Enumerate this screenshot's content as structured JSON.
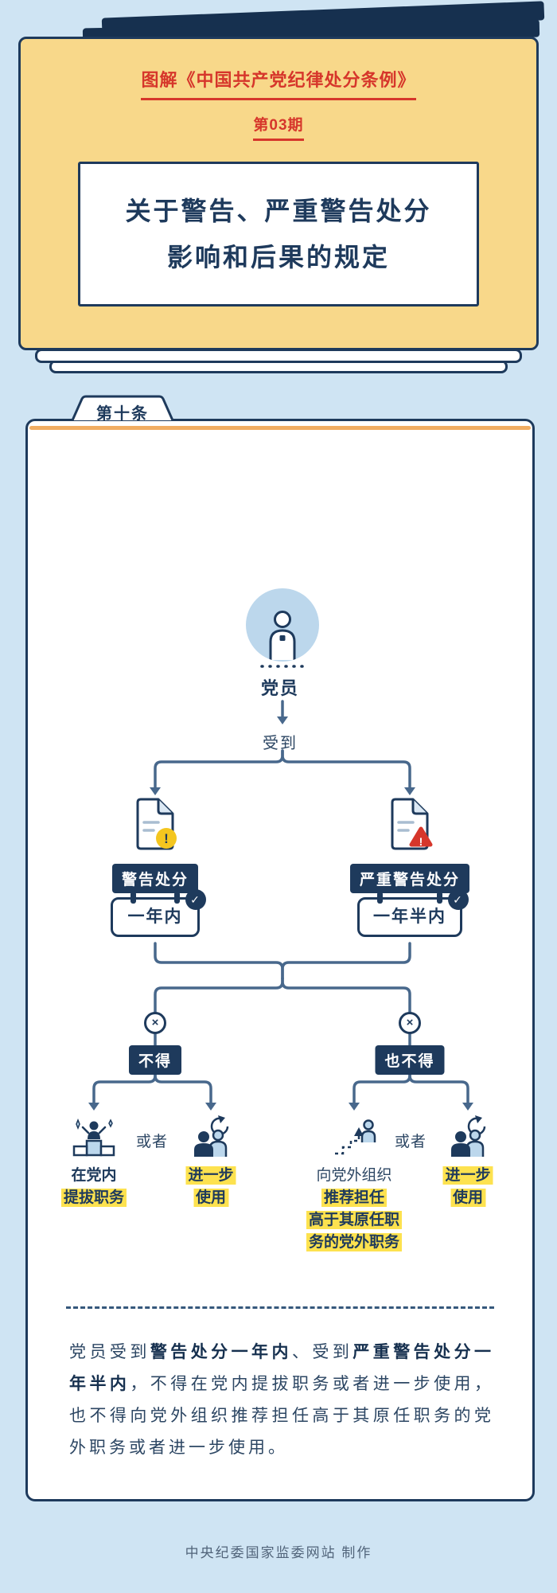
{
  "page": {
    "background": "#cfe4f3",
    "footer": "中央纪委国家监委网站 制作"
  },
  "colors": {
    "navy": "#1e3a5c",
    "dark_navy": "#16304f",
    "red": "#d6362b",
    "cover_yellow": "#f8d88a",
    "highlight_yellow": "#fde24f",
    "connector_blue": "#48688c",
    "stripe_orange": "#f0ad62",
    "light_blue": "#bcd7ec",
    "warning_badge_yellow": "#f4c61f"
  },
  "icons": {
    "exclamation": "!",
    "check": "✓",
    "cross": "×"
  },
  "cover": {
    "series_title": "图解《中国共产党纪律处分条例》",
    "issue": "第03期",
    "title_line1": "关于警告、严重警告处分",
    "title_line2": "影响和后果的规定"
  },
  "article": {
    "tab": "第十条",
    "summary_segments": [
      {
        "text": "党员受到",
        "bold": false
      },
      {
        "text": "警告处分一年内",
        "bold": true
      },
      {
        "text": "、受到",
        "bold": false
      },
      {
        "text": "严重警告处分一年半内",
        "bold": true
      },
      {
        "text": "，不得在党内提拔职务或者进一步使用，也不得向党外组织推荐担任高于其原任职务的党外职务或者进一步使用。",
        "bold": false
      }
    ]
  },
  "flow": {
    "subject": "党员",
    "receive": "受到",
    "left_sanction_badge": "警告处分",
    "left_sanction_period": "一年内",
    "right_sanction_badge": "严重警告处分",
    "right_sanction_period": "一年半内",
    "left_prohibit_badge": "不得",
    "right_prohibit_badge": "也不得",
    "or_label": "或者",
    "optionA": {
      "line1": "在党内",
      "line2": "提拔职务"
    },
    "optionB": {
      "line1": "进一步",
      "line2": "使用"
    },
    "optionC": {
      "line1": "向党外组织",
      "line2": "推荐担任",
      "line3": "高于其原任职",
      "line4": "务的党外职务"
    },
    "optionD": {
      "line1": "进一步",
      "line2": "使用"
    }
  }
}
